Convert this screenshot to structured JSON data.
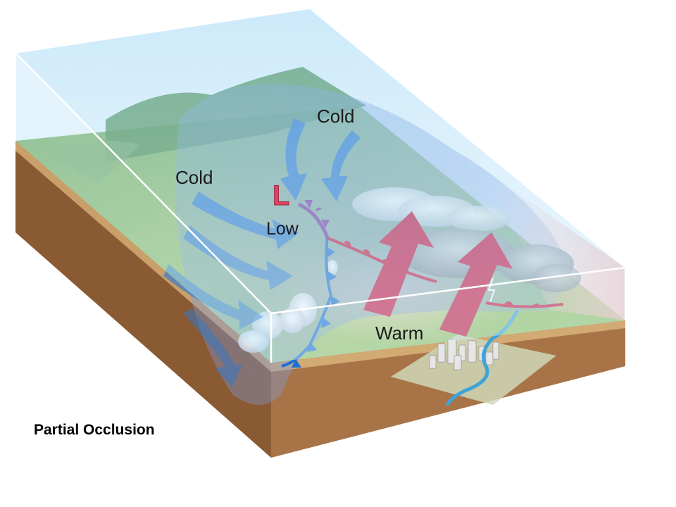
{
  "labels": {
    "cold_top": "Cold",
    "cold_left": "Cold",
    "low_symbol": "L",
    "low": "Low",
    "warm": "Warm"
  },
  "caption": "Partial Occlusion",
  "colors": {
    "cold_arrow": "#2f78cf",
    "warm_arrow": "#c9163f",
    "cold_front": "#1e6fd1",
    "warm_front": "#c8183c",
    "occluded_front": "#7a3a9c",
    "low_symbol": "#d9455f",
    "sky": "#9ed3f2",
    "ground": "#8fbf58",
    "soil": "#9a6a3f"
  }
}
